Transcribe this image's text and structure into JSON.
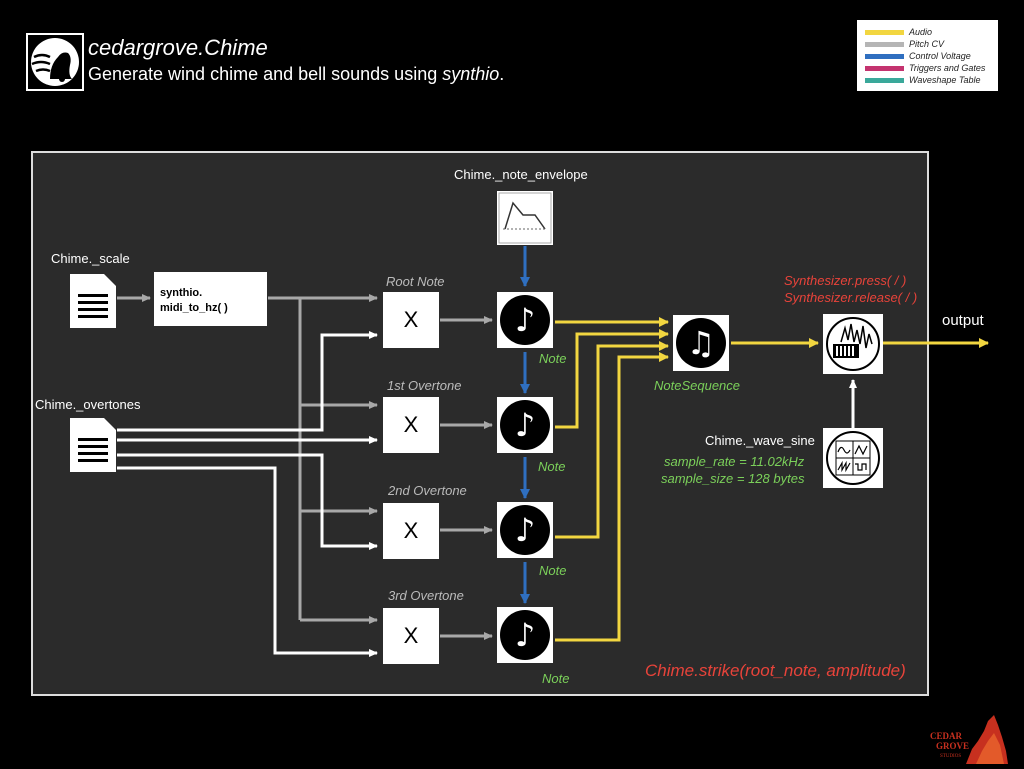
{
  "header": {
    "title": "cedargrove.Chime",
    "subtitle_prefix": "Generate wind chime and bell sounds using ",
    "subtitle_em": "synthio",
    "subtitle_suffix": "."
  },
  "legend": [
    {
      "label": "Audio",
      "color": "#f2d640"
    },
    {
      "label": "Pitch CV",
      "color": "#b5b5b5"
    },
    {
      "label": "Control Voltage",
      "color": "#2f6fc0"
    },
    {
      "label": "Triggers and Gates",
      "color": "#c4336f"
    },
    {
      "label": "Waveshape Table",
      "color": "#3aa89a"
    }
  ],
  "inputs": {
    "scale": "Chime._scale",
    "overtones": "Chime._overtones",
    "envelope": "Chime._note_envelope",
    "wave": "Chime._wave_sine"
  },
  "converter": {
    "line1": "synthio.",
    "line2": "midi_to_hz( )"
  },
  "multipliers": {
    "symbol": "X",
    "labels": [
      "Root Note",
      "1st Overtone",
      "2nd Overtone",
      "3rd Overtone"
    ]
  },
  "notes": {
    "label": "Note",
    "glyph": "♪"
  },
  "sequence": {
    "label": "NoteSequence",
    "glyph": "♫"
  },
  "synth": {
    "press": "Synthesizer.press( / )",
    "release": "Synthesizer.release( / )"
  },
  "wave_params": {
    "rate": "sample_rate = 11.02kHz",
    "size": "sample_size = 128 bytes"
  },
  "output": "output",
  "strike": "Chime.strike(root_note, amplitude)",
  "colors": {
    "audio": "#f2d640",
    "pitch": "#a8a8a8",
    "control": "#2f6fc0",
    "text_note": "#7bd05a",
    "text_api": "#e8433a"
  }
}
